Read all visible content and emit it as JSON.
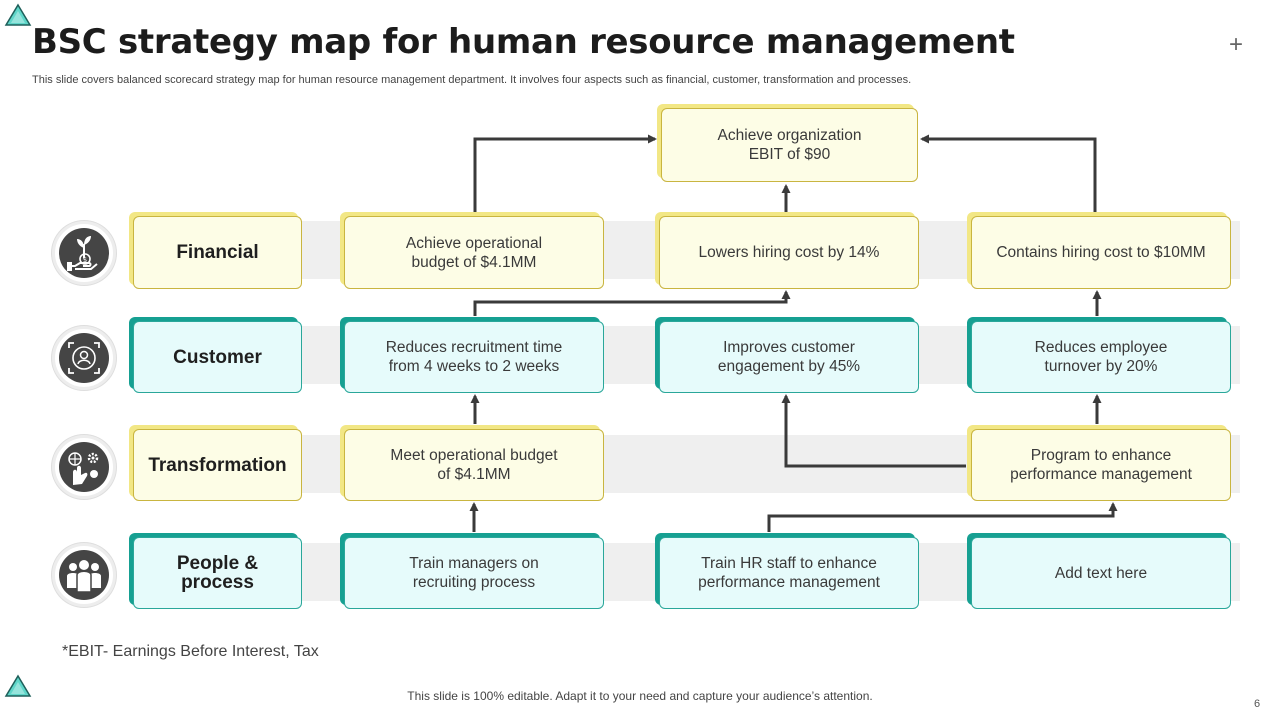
{
  "slide": {
    "title": "BSC strategy map for human resource management",
    "subtitle": "This slide covers balanced scorecard strategy map for human resource management department. It involves four aspects such as financial, customer, transformation and processes.",
    "plus_symbol": "+",
    "footnote": "*EBIT- Earnings Before Interest, Tax",
    "bottom_note": "This slide is 100% editable. Adapt it to your need and capture your audience’s attention.",
    "page_number": "6"
  },
  "rows": [
    {
      "label": "Financial",
      "icon": "money-plant-hand-icon",
      "style": "yellow"
    },
    {
      "label": "Customer",
      "icon": "customer-focus-icon",
      "style": "teal"
    },
    {
      "label": "Transformation",
      "icon": "digital-transformation-icon",
      "style": "yellow"
    },
    {
      "label": "People & process",
      "icon": "people-group-icon",
      "style": "teal"
    }
  ],
  "boxes": {
    "top_goal": "Achieve organization\nEBIT of $90",
    "financial": [
      "Achieve operational\nbudget of $4.1MM",
      "Lowers hiring cost by 14%",
      "Contains hiring cost to $10MM"
    ],
    "customer": [
      "Reduces recruitment time\nfrom 4 weeks to 2 weeks",
      "Improves  customer\nengagement by 45%",
      "Reduces employee\nturnover  by 20%"
    ],
    "transformation": [
      "Meet operational budget\nof $4.1MM",
      "Program to enhance\nperformance management"
    ],
    "people_process": [
      "Train managers on\nrecruiting process",
      "Train HR staff to enhance\nperformance management",
      "Add text here"
    ]
  },
  "colors": {
    "yellow_fill": "#fdfde6",
    "yellow_accent": "#f2e785",
    "teal_fill": "#e6fbfb",
    "teal_accent": "#16a092",
    "band": "#efefef",
    "connector": "#3a3a3a"
  }
}
